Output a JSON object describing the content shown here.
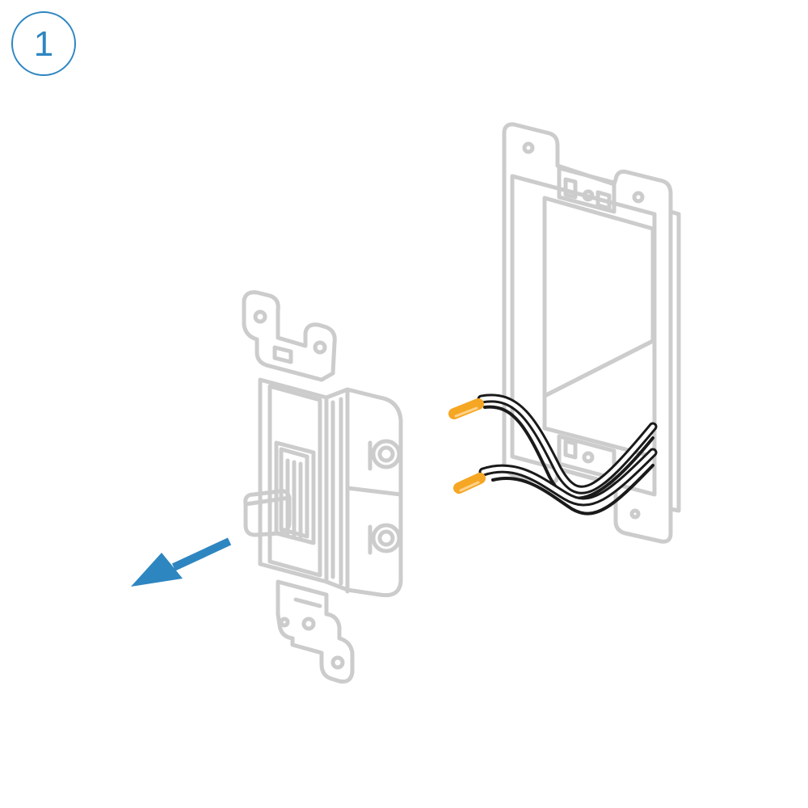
{
  "step": {
    "number": "1",
    "color": "#2e86c1"
  },
  "illustration": {
    "outline_color": "#cccccc",
    "wire_color": "#1a1a1a",
    "wire_cap_color": "#f5a623",
    "arrow_color": "#2e86c1",
    "parts": [
      "old-light-switch",
      "electrical-box",
      "wires",
      "remove-arrow"
    ]
  }
}
